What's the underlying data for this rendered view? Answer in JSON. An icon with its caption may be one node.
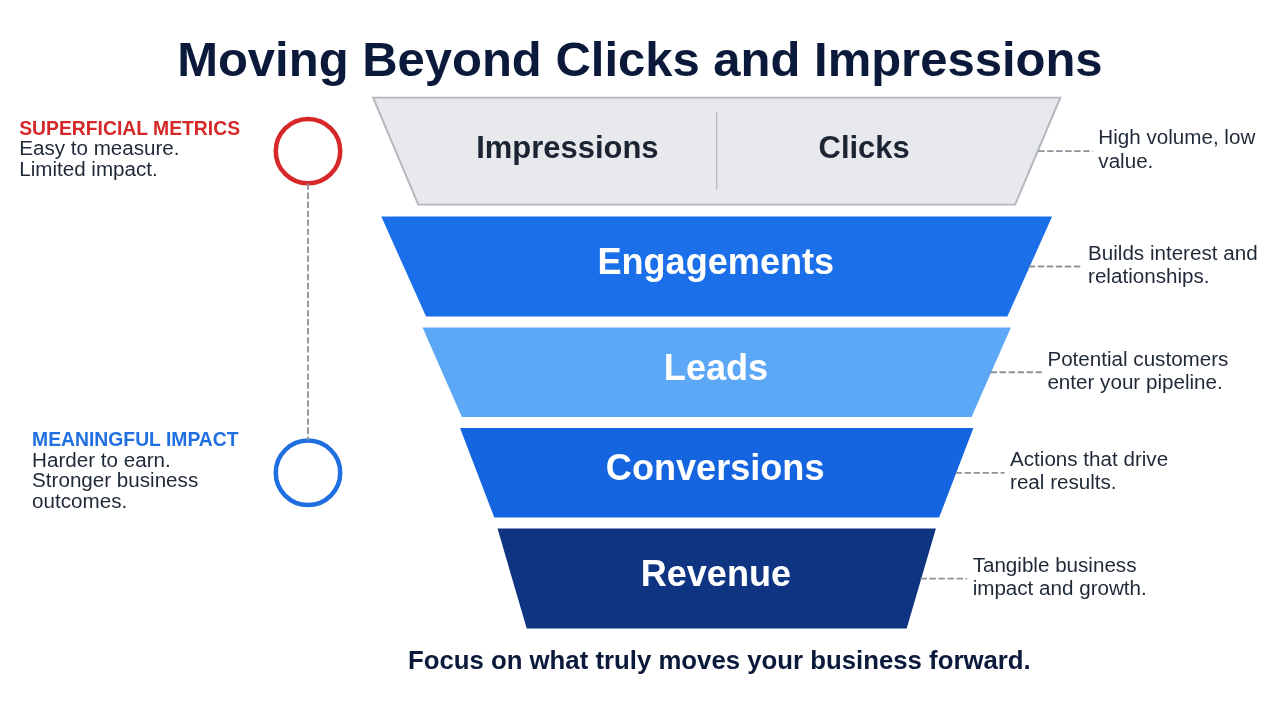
{
  "diagram": {
    "title": "Moving Beyond Clicks and Impressions",
    "caption": "Focus on what truly moves your business forward.",
    "nodes": [
      {
        "text": [],
        "shape": "circle",
        "beside": [
          "SUPERFICIAL METRICS",
          "Easy to measure. Limited impact."
        ]
      },
      {
        "text": [
          "Impressions",
          "Clicks"
        ]
      },
      {
        "text": [
          "High volume, low value."
        ]
      },
      {
        "text": [
          "Engagements"
        ]
      },
      {
        "text": [
          "Builds interest and relationships."
        ]
      },
      {
        "text": [
          "Leads"
        ]
      },
      {
        "text": [
          "Potential customers enter your pipeline."
        ]
      },
      {
        "text": [],
        "shape": "circle",
        "beside": [
          "MEANINGFUL IMPACT",
          "Harder to earn. Stronger business outcomes."
        ]
      },
      {
        "text": [
          "Conversions"
        ]
      },
      {
        "text": [
          "Actions that drive real results."
        ]
      },
      {
        "text": [
          "Revenue"
        ]
      },
      {
        "text": [
          "Tangible business impact and growth."
        ]
      }
    ],
    "edges": [
      {
        "from": 0,
        "to": 7,
        "arrow": "none",
        "style": "dashed"
      },
      {
        "from": 1,
        "to": 2,
        "arrow": "none",
        "style": "dashed"
      },
      {
        "from": 3,
        "to": 4,
        "arrow": "none",
        "style": "dashed"
      },
      {
        "from": 5,
        "to": 6,
        "arrow": "none",
        "style": "dashed"
      },
      {
        "from": 8,
        "to": 9,
        "arrow": "none",
        "style": "dashed"
      },
      {
        "from": 10,
        "to": 11,
        "arrow": "none",
        "style": "dashed"
      }
    ]
  }
}
